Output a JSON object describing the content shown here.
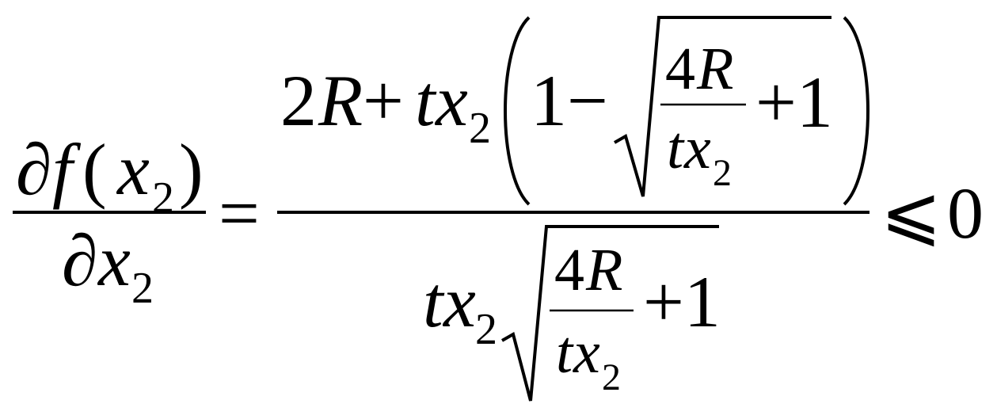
{
  "equation": {
    "lhs": {
      "partial_top": "∂",
      "func": "f",
      "lparen": "(",
      "var": "x",
      "var_sub": "2",
      "rparen": ")",
      "partial_bottom": "∂",
      "den_var": "x",
      "den_sub": "2"
    },
    "equals": "=",
    "rhs_num": {
      "coef": "2",
      "R": "R",
      "plus": "+",
      "t": "t",
      "x": "x",
      "x_sub": "2",
      "one": "1",
      "minus": "−",
      "frac_num_4": "4",
      "frac_num_R": "R",
      "frac_den_t": "t",
      "frac_den_x": "x",
      "frac_den_sub": "2",
      "plus_one": "+1"
    },
    "rhs_den": {
      "t": "t",
      "x": "x",
      "x_sub": "2",
      "frac_num_4": "4",
      "frac_num_R": "R",
      "frac_den_t": "t",
      "frac_den_x": "x",
      "frac_den_sub": "2",
      "plus_one": "+1"
    },
    "relation": "⩽",
    "rhs_value": "0"
  }
}
